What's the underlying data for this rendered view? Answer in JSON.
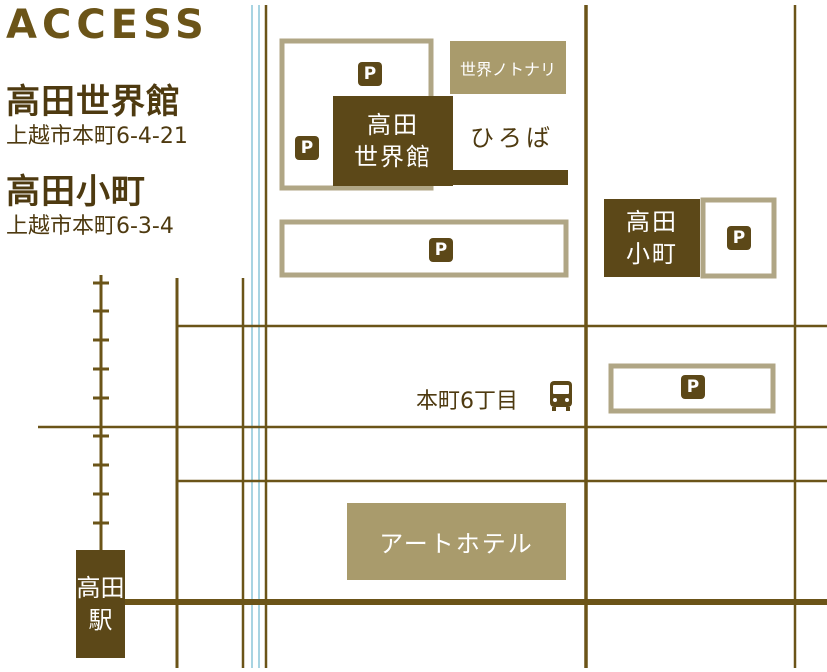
{
  "header": {
    "title": "ACCESS"
  },
  "locations": [
    {
      "name": "高田世界館",
      "address": "上越市本町6-4-21"
    },
    {
      "name": "高田小町",
      "address": "上越市本町6-3-4"
    }
  ],
  "map": {
    "parking_label": "P",
    "hall_box_line1": "高田",
    "hall_box_line2": "世界館",
    "komachi_box_line1": "高田",
    "komachi_box_line2": "小町",
    "notonari_label": "世界ノトナリ",
    "hiroba_label": "ひろば",
    "bus_stop_label": "本町6丁目",
    "hotel_label": "アートホテル",
    "station_line1": "高田",
    "station_line2": "駅"
  },
  "colors": {
    "road": "#6b5418",
    "dark_box": "#5c4818",
    "light_box": "#a99b6c",
    "parking_border": "#b0a685",
    "river": "#a8d4e2"
  }
}
